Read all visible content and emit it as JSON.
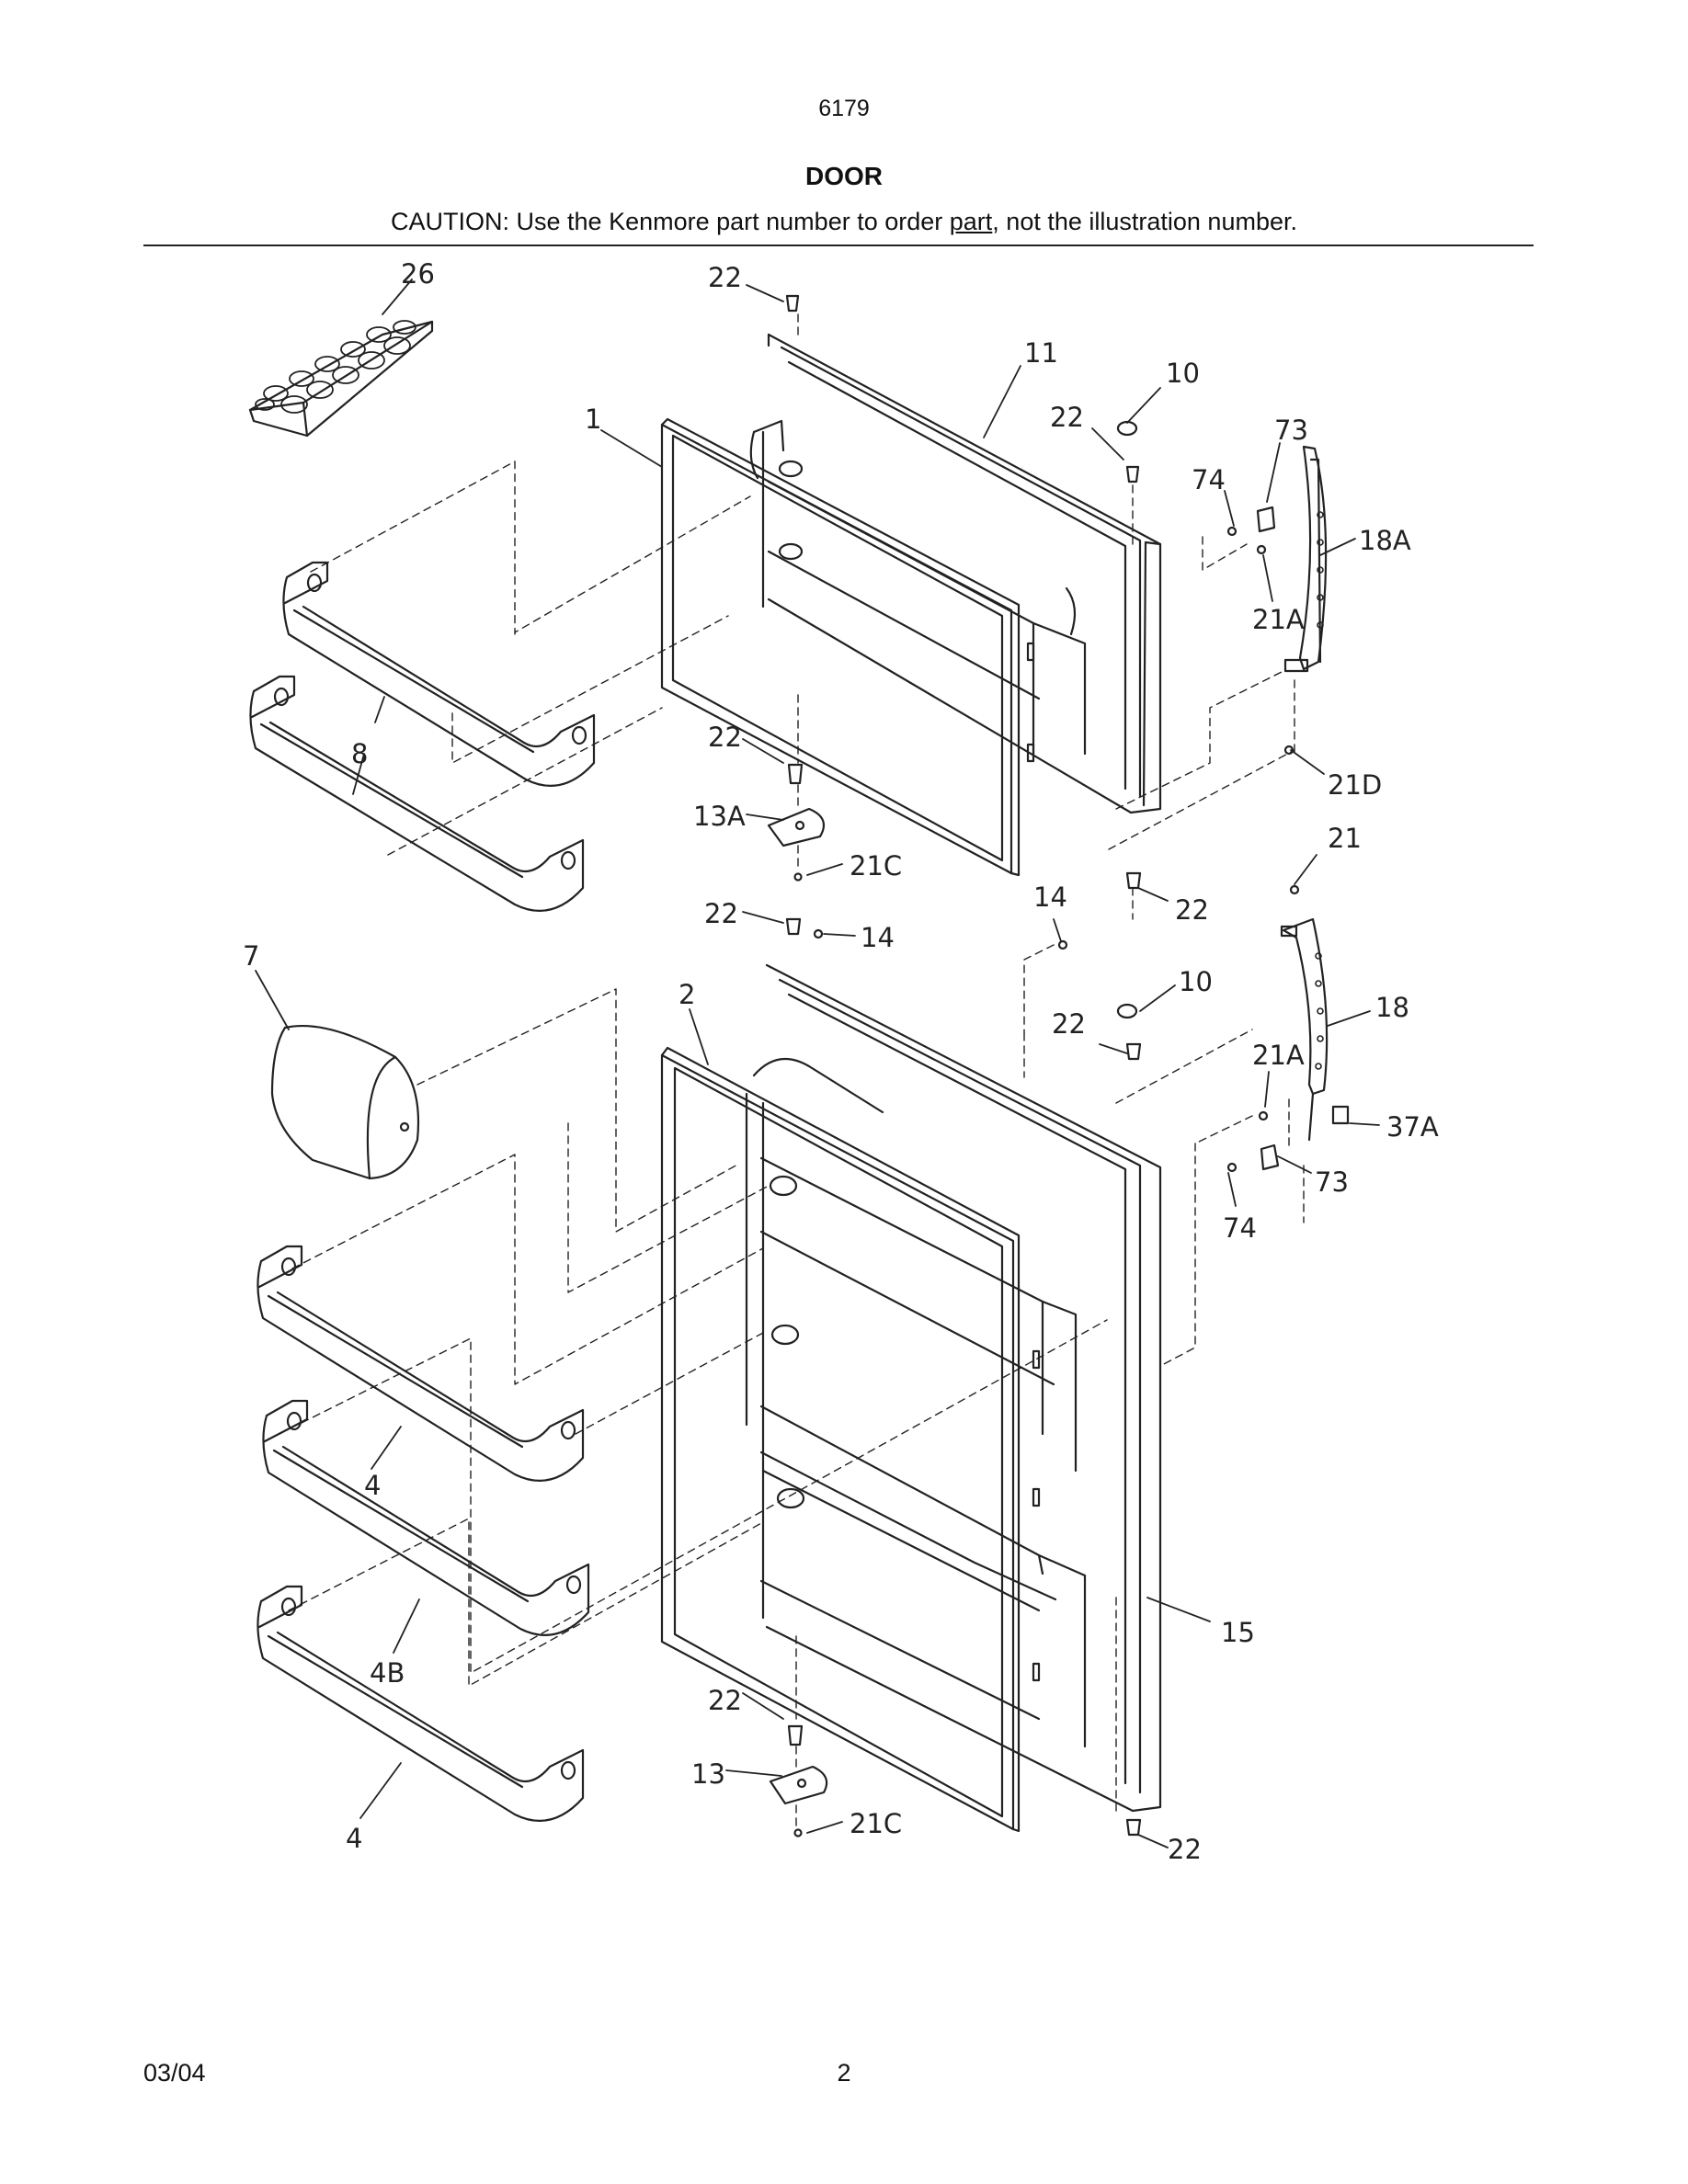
{
  "header": {
    "model_number": "6179",
    "section_title": "DOOR",
    "caution_prefix": "CAUTION: Use the Kenmore part number to order ",
    "caution_underlined": "part",
    "caution_suffix": ", not the illustration number."
  },
  "callouts": [
    {
      "id": "c-26",
      "label": "26"
    },
    {
      "id": "c-22-top",
      "label": "22"
    },
    {
      "id": "c-11",
      "label": "11"
    },
    {
      "id": "c-10-upper",
      "label": "10"
    },
    {
      "id": "c-22-upper-right",
      "label": "22"
    },
    {
      "id": "c-73-upper",
      "label": "73"
    },
    {
      "id": "c-74-upper",
      "label": "74"
    },
    {
      "id": "c-18A",
      "label": "18A"
    },
    {
      "id": "c-21A-upper",
      "label": "21A"
    },
    {
      "id": "c-1",
      "label": "1"
    },
    {
      "id": "c-8",
      "label": "8"
    },
    {
      "id": "c-22-mid-left",
      "label": "22"
    },
    {
      "id": "c-13A",
      "label": "13A"
    },
    {
      "id": "c-21C-upper",
      "label": "21C"
    },
    {
      "id": "c-21D",
      "label": "21D"
    },
    {
      "id": "c-21",
      "label": "21"
    },
    {
      "id": "c-14-right",
      "label": "14"
    },
    {
      "id": "c-22-mid-right",
      "label": "22"
    },
    {
      "id": "c-22-lower-top",
      "label": "22"
    },
    {
      "id": "c-14-left",
      "label": "14"
    },
    {
      "id": "c-7",
      "label": "7"
    },
    {
      "id": "c-2",
      "label": "2"
    },
    {
      "id": "c-10-lower",
      "label": "10"
    },
    {
      "id": "c-22-lower-right",
      "label": "22"
    },
    {
      "id": "c-18",
      "label": "18"
    },
    {
      "id": "c-21A-lower",
      "label": "21A"
    },
    {
      "id": "c-37A",
      "label": "37A"
    },
    {
      "id": "c-73-lower",
      "label": "73"
    },
    {
      "id": "c-74-lower",
      "label": "74"
    },
    {
      "id": "c-4-upper",
      "label": "4"
    },
    {
      "id": "c-4B",
      "label": "4B"
    },
    {
      "id": "c-15",
      "label": "15"
    },
    {
      "id": "c-22-bottom-left",
      "label": "22"
    },
    {
      "id": "c-13",
      "label": "13"
    },
    {
      "id": "c-21C-lower",
      "label": "21C"
    },
    {
      "id": "c-4-lower",
      "label": "4"
    },
    {
      "id": "c-22-bottom-right",
      "label": "22"
    }
  ],
  "footer": {
    "date": "03/04",
    "page_number": "2"
  }
}
